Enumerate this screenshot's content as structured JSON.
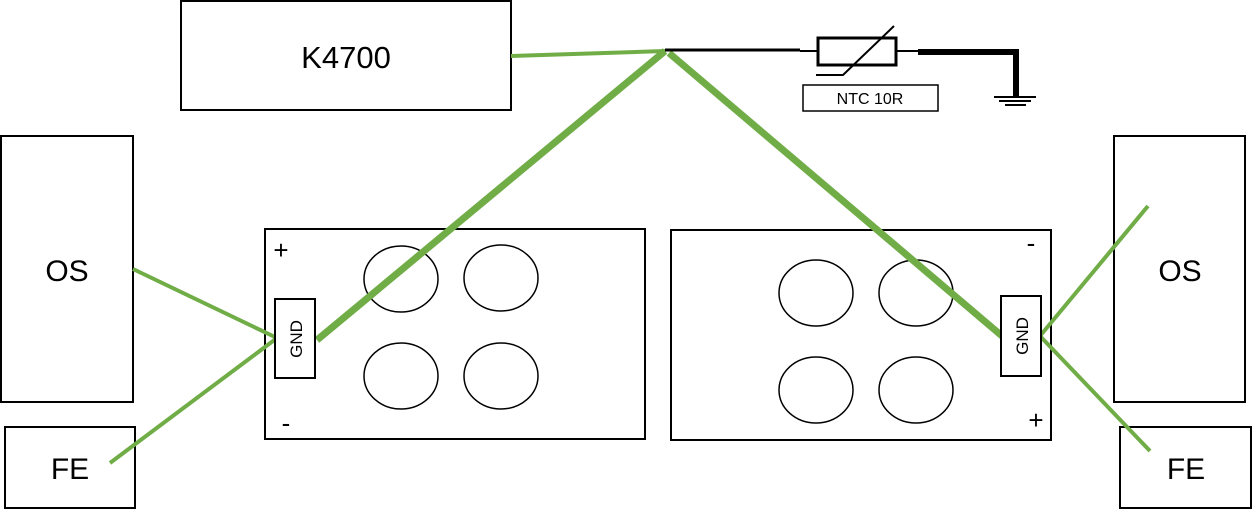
{
  "colors": {
    "wire": "#70ad47",
    "outline": "#000000",
    "background": "#ffffff"
  },
  "labels": {
    "k4700": "K4700",
    "ntc": "NTC 10R",
    "os_left": "OS",
    "os_right": "OS",
    "fe_left": "FE",
    "fe_right": "FE",
    "gnd_left": "GND",
    "gnd_right": "GND",
    "plus_left": "+",
    "minus_left": "-",
    "minus_right": "-",
    "plus_right": "+"
  },
  "icons": [
    "ground-symbol-icon",
    "thermistor-symbol-icon"
  ]
}
